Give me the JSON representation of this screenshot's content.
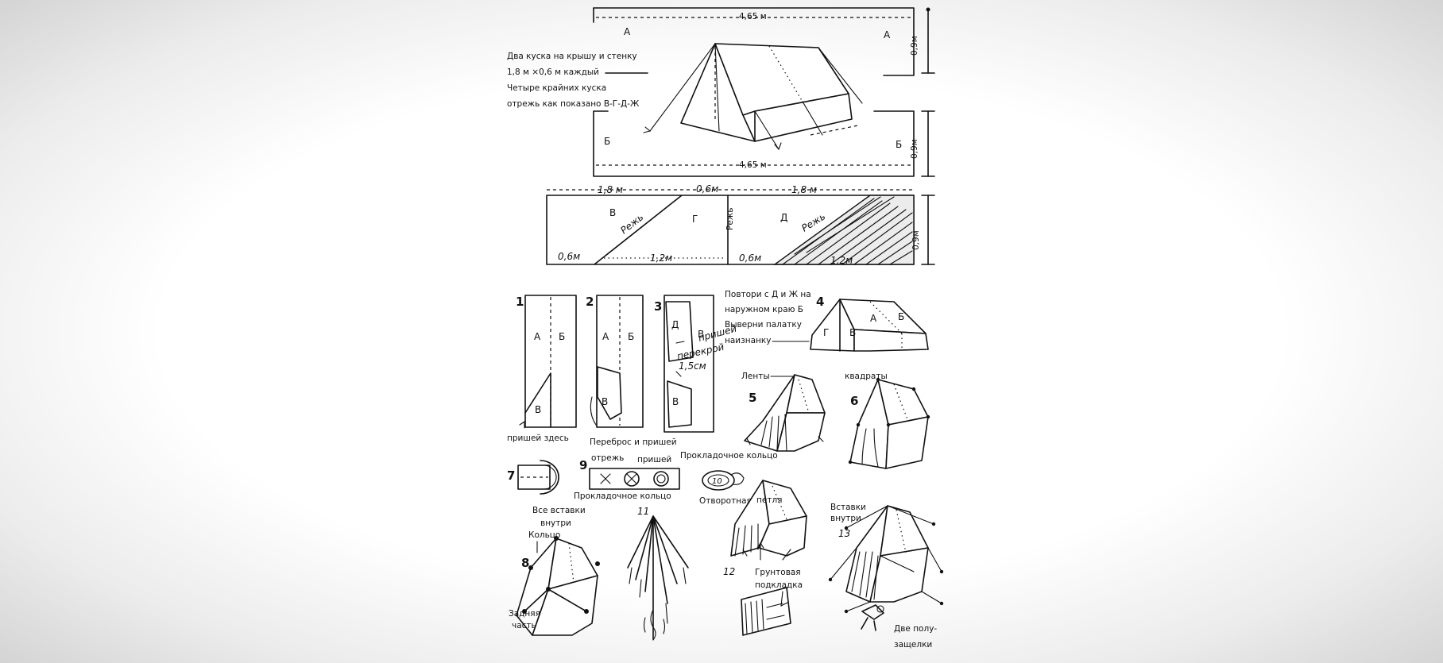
{
  "labels": {
    "dim_465_top": "4,65 м",
    "dim_465_bottom": "4,65 м",
    "dim_09_a": "0,9м",
    "dim_09_b": "0,9м",
    "dim_09_c": "0,9м",
    "dim_18_left": "1,8 м",
    "dim_06_mid": "0,6м",
    "dim_18_right": "1,8 м",
    "dim_06_bl": "0,6м",
    "dim_12_bl": "1,2м",
    "dim_06_br": "0,6м",
    "dim_12_br": "1,2м",
    "rezh_left": "Режь",
    "rezh_right": "Режь",
    "rezh_vertical": "Режь",
    "letter_A": "А",
    "letter_B": "Б",
    "letter_V": "В",
    "letter_G": "Г",
    "letter_D": "Д",
    "note_line1": "Два куска на крышу и стенку",
    "note_line2": "1,8 м ×0,6 м каждый",
    "note_line3": "Четыре крайних куска",
    "note_line4": "отрежь как показано В-Г-Д-Ж",
    "step4_line1": "Повтори с Д и Ж на",
    "step4_line2": "наружном краю Б",
    "step4_line3": "Выверни палатку",
    "step4_line4": "наизнанку",
    "n1": "1",
    "n2": "2",
    "n3": "3",
    "n4": "4",
    "n5": "5",
    "n6": "6",
    "n7": "7",
    "n8": "8",
    "n9": "9",
    "n10": "10",
    "n11": "11",
    "n12": "12",
    "n13": "13",
    "sew_here": "пришей здесь",
    "flip_sew": "Переброс и пришей",
    "sew_in": "пришей",
    "overlap": "перекрой",
    "overlap_size": "1,5см",
    "tapes": "Ленты",
    "squares": "квадраты",
    "cut": "отрежь",
    "sew": "пришей",
    "ring_top": "Прокладочное кольцо",
    "ring_bottom": "Прокладочное кольцо",
    "loop": "Отворотная",
    "loop2": "петля",
    "inserts_inside_1": "Все вставки",
    "inserts_inside_2": "внутри",
    "ring_label": "Кольцо",
    "back_part_1": "Задняя",
    "back_part_2": "часть",
    "ground_1": "Грунтовая",
    "ground_2": "подкладка",
    "inserts_1": "Вставки",
    "inserts_2": "внутри",
    "half_1": "Две полу-",
    "half_2": "защелки"
  }
}
